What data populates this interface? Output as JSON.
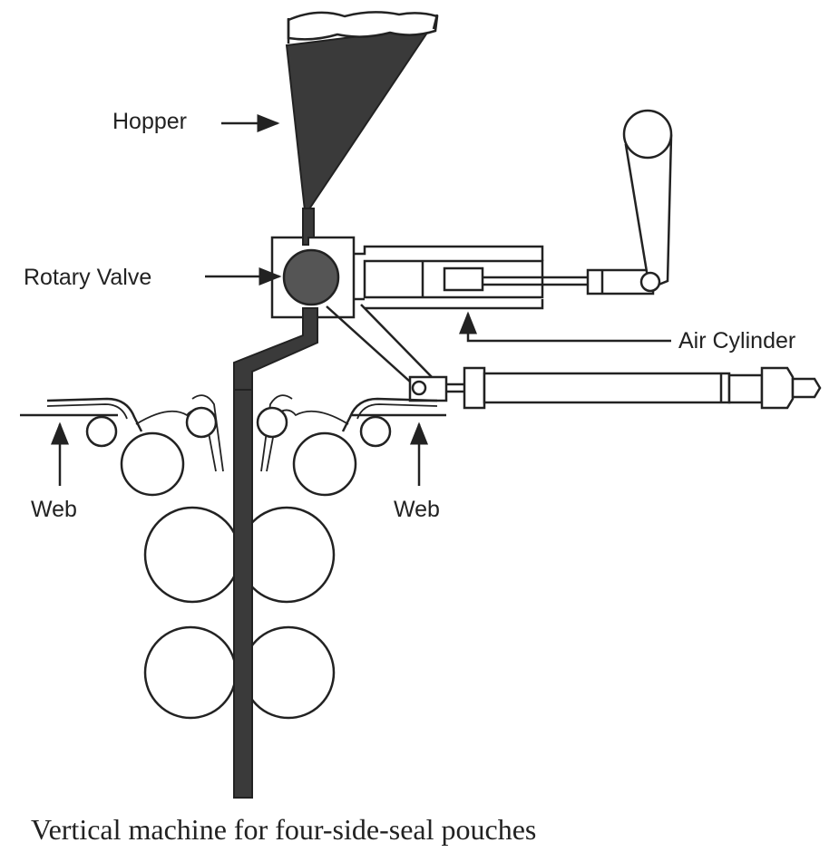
{
  "labels": {
    "hopper": "Hopper",
    "rotary_valve": "Rotary Valve",
    "air_cylinder": "Air Cylinder",
    "web_left": "Web",
    "web_right": "Web"
  },
  "caption": "Vertical machine for four-side-seal pouches",
  "colors": {
    "product": "#3a3a3a",
    "line": "#222222",
    "background": "#ffffff"
  }
}
